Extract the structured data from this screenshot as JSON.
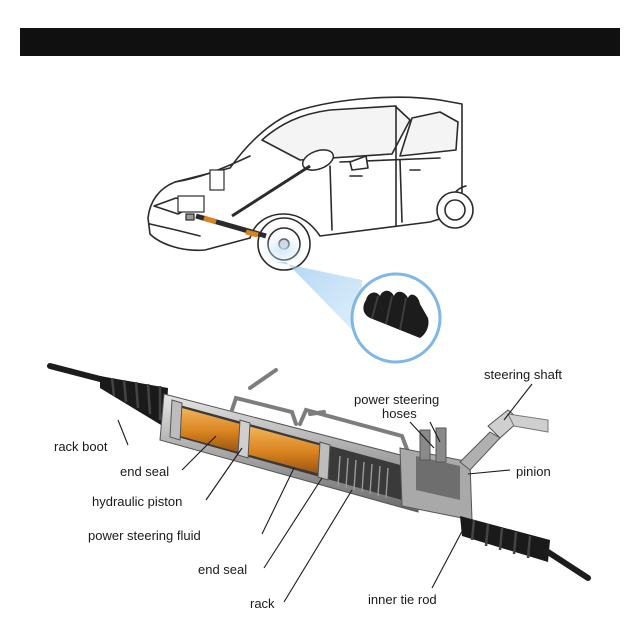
{
  "labels": {
    "rack_boot": "rack boot",
    "end_seal_top": "end seal",
    "hydraulic_piston": "hydraulic piston",
    "power_steering_fluid": "power steering fluid",
    "end_seal_bottom": "end seal",
    "rack": "rack",
    "power_steering_hoses_line1": "power steering",
    "power_steering_hoses_line2": "hoses",
    "steering_shaft": "steering shaft",
    "pinion": "pinion",
    "inner_tie_rod": "inner tie rod"
  },
  "colors": {
    "top_bar": "#101010",
    "fluid": "#d9821f",
    "metal": "#9a9a9a",
    "boot": "#1c1c1c",
    "highlight_glow": "#8fc4ee"
  }
}
